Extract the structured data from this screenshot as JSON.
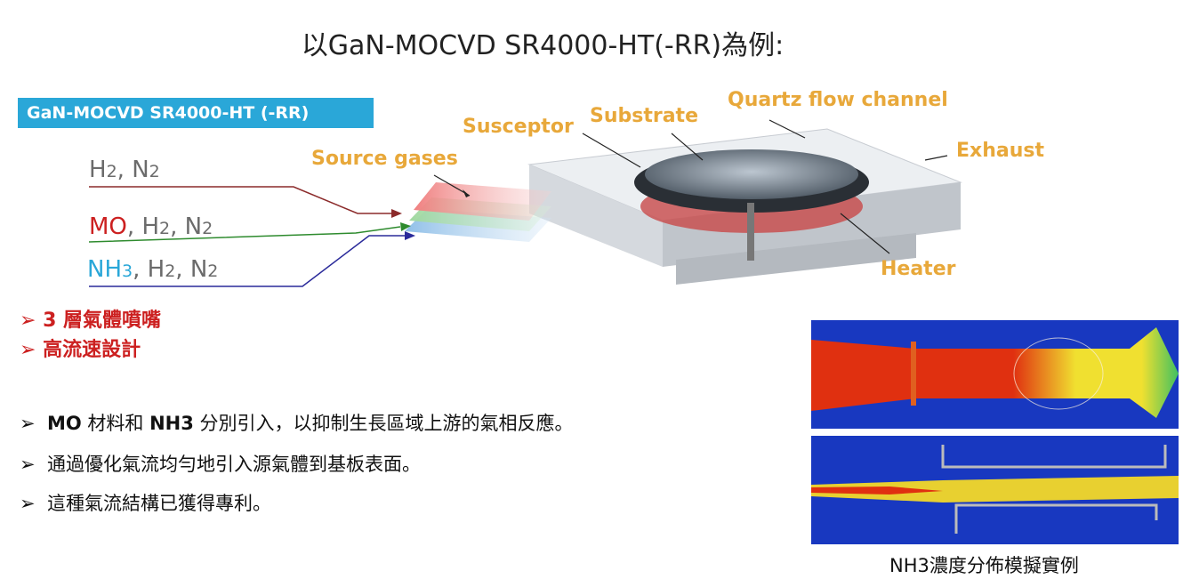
{
  "title": "以GaN-MOCVD SR4000-HT(-RR)為例:",
  "banner": "GaN-MOCVD SR4000-HT (-RR)",
  "gas_lines": {
    "line1": {
      "h_base": "H",
      "h_sub": "2",
      "sep": ", ",
      "n_base": "N",
      "n_sub": "2"
    },
    "line2": {
      "mo": "MO",
      "sep1": ", ",
      "h_base": "H",
      "h_sub": "2",
      "sep2": ", ",
      "n_base": "N",
      "n_sub": "2"
    },
    "line3": {
      "nh_base": "NH",
      "nh_sub": "3",
      "sep1": ", ",
      "h_base": "H",
      "h_sub": "2",
      "sep2": ", ",
      "n_base": "N",
      "n_sub": "2"
    }
  },
  "diagram_labels": {
    "source_gases": "Source gases",
    "susceptor": "Susceptor",
    "substrate": "Substrate",
    "quartz_flow_channel": "Quartz flow channel",
    "exhaust": "Exhaust",
    "heater": "Heater"
  },
  "features": [
    "3 層氣體噴嘴",
    "高流速設計"
  ],
  "bullets": [
    {
      "b1": "MO",
      "t1": " 材料和 ",
      "b2": "NH3",
      "t2": " 分別引入，以抑制生長區域上游的氣相反應。"
    },
    {
      "t1": "通過優化氣流均勻地引入源氣體到基板表面。"
    },
    {
      "t1": "這種氣流結構已獲得專利。"
    }
  ],
  "simulation_caption": "NH3濃度分佈模擬實例",
  "colors": {
    "banner": "#2aa7d8",
    "orange_label": "#e8a83a",
    "red_text": "#cc2020",
    "line_h2n2": "#8b2a2a",
    "line_mo": "#2e8b2e",
    "line_nh3": "#2a2a9a"
  }
}
